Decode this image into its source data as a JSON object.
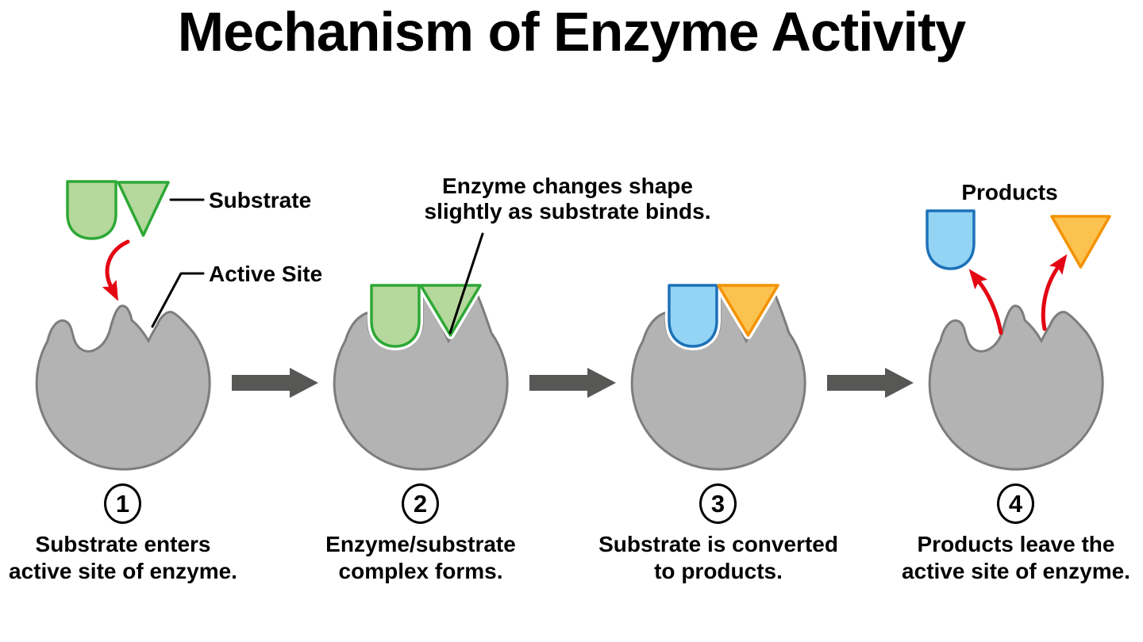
{
  "title": "Mechanism of Enzyme Activity",
  "callouts": {
    "substrate": "Substrate",
    "active_site": "Active Site",
    "products": "Products",
    "annotation_line1": "Enzyme changes shape",
    "annotation_line2": "slightly as substrate binds."
  },
  "steps": [
    {
      "number": "1",
      "caption_line1": "Substrate enters",
      "caption_line2": "active site of enzyme."
    },
    {
      "number": "2",
      "caption_line1": "Enzyme/substrate",
      "caption_line2": "complex forms."
    },
    {
      "number": "3",
      "caption_line1": "Substrate is converted",
      "caption_line2": "to products."
    },
    {
      "number": "4",
      "caption_line1": "Products leave the",
      "caption_line2": "active site of enzyme."
    }
  ],
  "colors": {
    "enzyme_fill": "#b3b3b3",
    "enzyme_stroke": "#7d7d7d",
    "substrate_green_fill": "#b5d89c",
    "substrate_green_stroke": "#2ea836",
    "product_blue_fill": "#93d4f5",
    "product_blue_stroke": "#1d71b8",
    "product_orange_fill": "#fcc250",
    "product_orange_stroke": "#f39200",
    "arrow_red": "#e30613",
    "arrow_gray": "#575756",
    "text": "#000000"
  }
}
